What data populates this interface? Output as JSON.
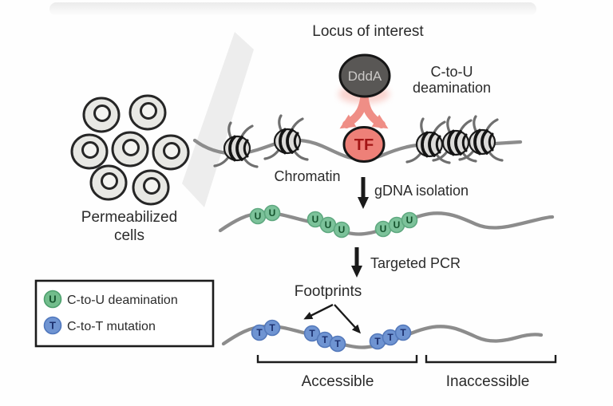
{
  "figure": {
    "locus_title": "Locus of interest",
    "enzyme_label": "DddA",
    "deamination_label_line1": "C-to-U",
    "deamination_label_line2": "deamination",
    "tf_label": "TF",
    "chromatin_label": "Chromatin",
    "step1_label": "gDNA isolation",
    "step2_label": "Targeted PCR",
    "footprints_label": "Footprints",
    "accessible_label": "Accessible",
    "inaccessible_label": "Inaccessible",
    "cells_label_line1": "Permeabilized",
    "cells_label_line2": "cells"
  },
  "beads": {
    "u": "U",
    "t": "T",
    "u_count": 8,
    "t_count": 8
  },
  "legend": {
    "items": [
      {
        "symbol": "U",
        "label": "C-to-U deamination",
        "fill": "#72bd8c",
        "text_color": "#14532d"
      },
      {
        "symbol": "T",
        "label": "C-to-T mutation",
        "fill": "#6f94d2",
        "text_color": "#1c2f6d"
      }
    ]
  },
  "colors": {
    "ddda_fill": "#595755",
    "ddda_text": "#cbc9c7",
    "tf_fill": "#ee8078",
    "tf_text": "#a31515",
    "fork_pink": "#ef8e86",
    "dna_strand_gray": "#8c8c8c",
    "u_bead_fill": "#7cc29a",
    "u_bead_text": "#14532d",
    "t_bead_fill": "#6f94d2",
    "t_bead_text": "#1c2f6d"
  }
}
